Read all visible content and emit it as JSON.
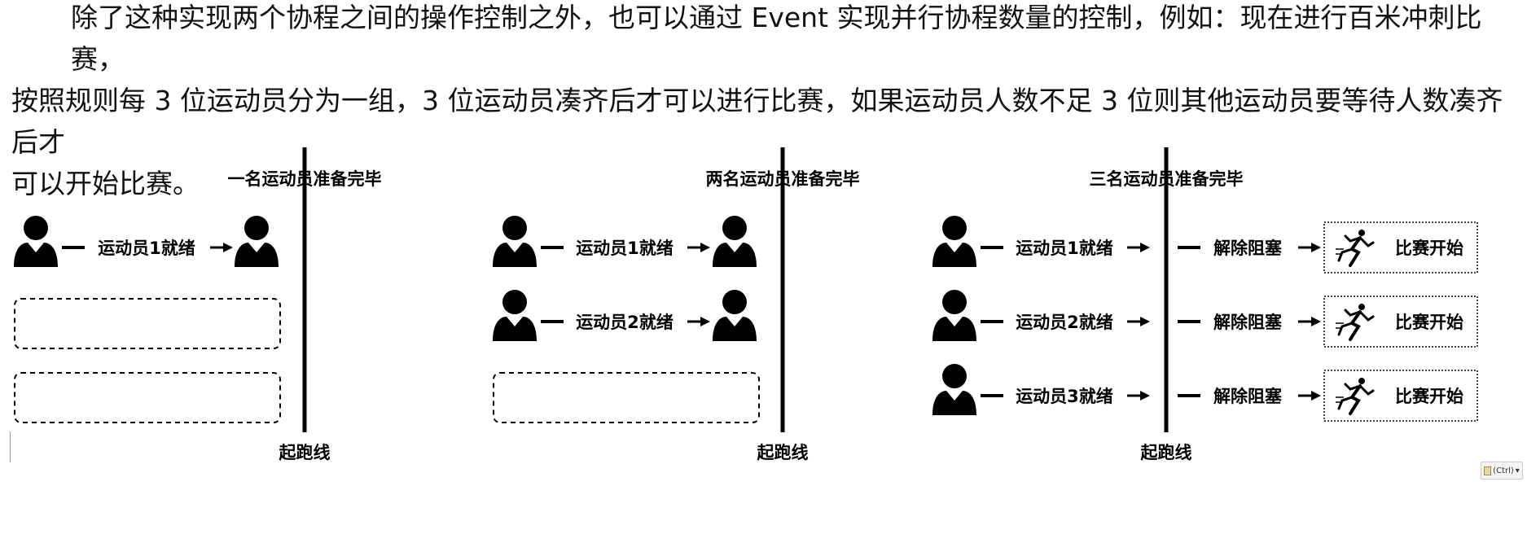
{
  "paragraph": [
    "除了这种实现两个协程之间的操作控制之外，也可以通过 Event 实现并行协程数量的控制，例如：现在进行百米冲刺比赛，",
    "按照规则每 3 位运动员分为一组，3 位运动员凑齐后才可以进行比赛，如果运动员人数不足 3 位则其他运动员要等待人数凑齐后才",
    "可以开始比赛。"
  ],
  "panels": [
    {
      "title": "一名运动员准备完毕",
      "start_line_label": "起跑线",
      "ready_labels": [
        "运动员1就绪"
      ]
    },
    {
      "title": "两名运动员准备完毕",
      "start_line_label": "起跑线",
      "ready_labels": [
        "运动员1就绪",
        "运动员2就绪"
      ]
    },
    {
      "title": "三名运动员准备完毕",
      "start_line_label": "起跑线",
      "ready_labels": [
        "运动员1就绪",
        "运动员2就绪",
        "运动员3就绪"
      ],
      "unblock_label": "解除阻塞",
      "race_start_label": "比赛开始"
    }
  ],
  "icons": {
    "athlete": "person-icon",
    "runner": "runner-icon",
    "arrow": "arrow-right-icon"
  },
  "paste_options": {
    "label": "(Ctrl)"
  }
}
